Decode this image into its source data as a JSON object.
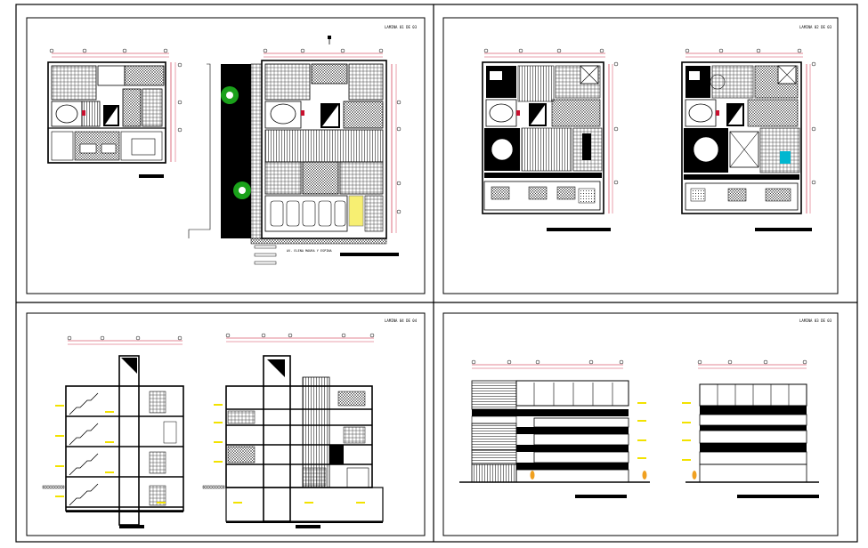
{
  "sheets": [
    {
      "id": "plans-ground",
      "code": "LAMINA 01 DE 03"
    },
    {
      "id": "plans-upper",
      "code": "LAMINA 02 DE 03"
    },
    {
      "id": "sections",
      "code": "LAMINA 04 DE 04"
    },
    {
      "id": "elevations",
      "code": "LAMINA 03 DE 03"
    }
  ],
  "site": {
    "street_label": "AV. ELENA MAURA Y ESPINA"
  },
  "colors": {
    "line": "#000000",
    "dimension": "#c8102e",
    "level_marker": "#f2e200",
    "tree": "#1aa11a",
    "person": "#f0a020",
    "accent_blue": "#00b7d0",
    "background": "#ffffff"
  },
  "icons": [
    "tree-icon",
    "north-arrow-icon",
    "person-figure-icon",
    "grid-bubble-icon"
  ]
}
